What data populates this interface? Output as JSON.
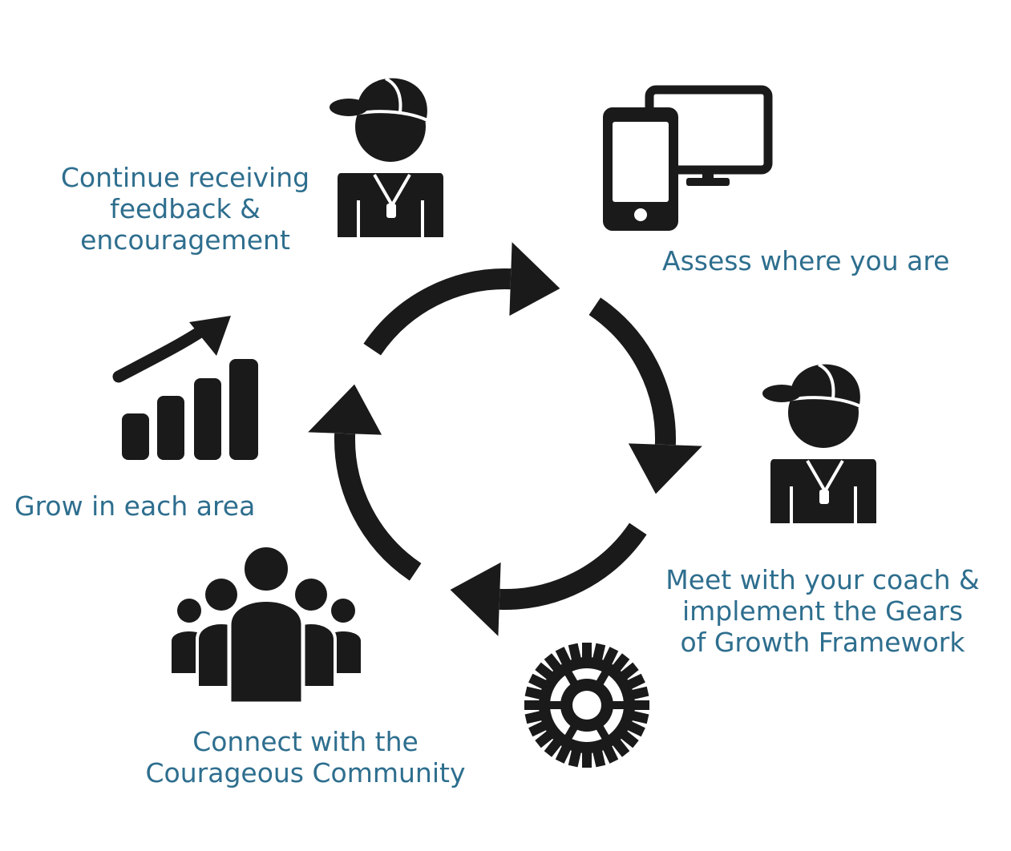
{
  "colors": {
    "text": "#2e6e8e",
    "icon": "#1a1a1a",
    "background": "#ffffff"
  },
  "steps": [
    {
      "id": "assess",
      "lines": [
        "Assess where you are"
      ],
      "icon": "devices-icon"
    },
    {
      "id": "meet",
      "lines": [
        "Meet with your coach &",
        "implement the Gears",
        "of Growth Framework"
      ],
      "icon": "coach-icon"
    },
    {
      "id": "gear",
      "lines": [],
      "icon": "gear-icon"
    },
    {
      "id": "connect",
      "lines": [
        "Connect with the",
        "Courageous Community"
      ],
      "icon": "community-icon"
    },
    {
      "id": "grow",
      "lines": [
        "Grow in each area"
      ],
      "icon": "growth-chart-icon"
    },
    {
      "id": "continue",
      "lines": [
        "Continue receiving",
        "feedback &",
        "encouragement"
      ],
      "icon": "coach-icon"
    }
  ],
  "cycle": {
    "arrows": 4,
    "direction": "clockwise"
  }
}
